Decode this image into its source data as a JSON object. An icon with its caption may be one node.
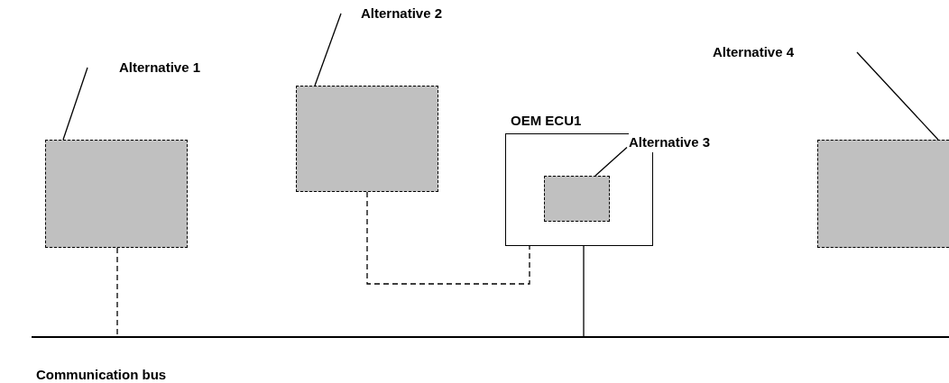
{
  "diagram": {
    "nodes": [
      {
        "text": [
          "Alternative 1"
        ]
      },
      {
        "text": [],
        "shape": "box"
      },
      {
        "text": [
          "Alternative 2"
        ]
      },
      {
        "text": [],
        "shape": "box"
      },
      {
        "text": [
          "OEM ECU1"
        ]
      },
      {
        "text": [
          "Alternative 3"
        ]
      },
      {
        "text": [],
        "shape": "box",
        "in": 4
      },
      {
        "text": [
          "Alternative 4"
        ]
      },
      {
        "text": [],
        "shape": "box"
      },
      {
        "text": [
          "Communication bus"
        ]
      }
    ],
    "edges": [
      {
        "from": 0,
        "to": 1,
        "arrow": "none"
      },
      {
        "from": 2,
        "to": 3,
        "arrow": "none"
      },
      {
        "from": 5,
        "to": 6,
        "arrow": "none"
      },
      {
        "from": 7,
        "to": 8,
        "arrow": "none"
      },
      {
        "from": 1,
        "to": 9,
        "arrow": "none",
        "style": "dashed"
      },
      {
        "from": 3,
        "to": 4,
        "arrow": "none",
        "style": "dashed"
      },
      {
        "from": 4,
        "to": 9,
        "arrow": "none"
      }
    ]
  }
}
